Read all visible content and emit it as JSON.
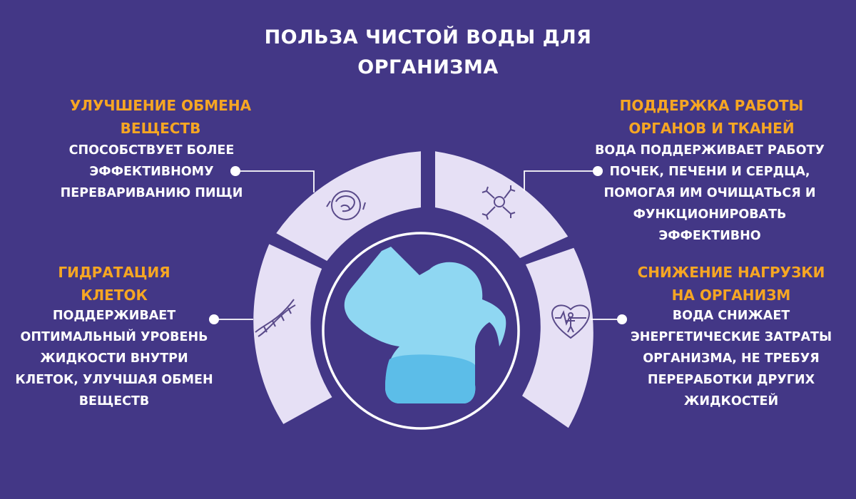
{
  "title": "ПОЛЬЗА ЧИСТОЙ ВОДЫ ДЛЯ ОРГАНИЗМА",
  "colors": {
    "background": "#433786",
    "segment": "#e6e0f5",
    "accent": "#f6a623",
    "text": "#ffffff",
    "water_light": "#8fd7f2",
    "water_dark": "#5cbde8"
  },
  "benefits": [
    {
      "id": "metabolism",
      "title": "УЛУЧШЕНИЕ ОБМЕНА ВЕЩЕСТВ",
      "text": "СПОСОБСТВУЕТ БОЛЕЕ ЭФФЕКТИВНОМУ ПЕРЕВАРИВАНИЮ ПИЩИ",
      "icon": "digestive-organs-cycle-icon"
    },
    {
      "id": "organs",
      "title": "ПОДДЕРЖКА РАБОТЫ ОРГАНОВ И ТКАНЕЙ",
      "text": "ВОДА ПОДДЕРЖИВАЕТ РАБОТУ ПОЧЕК, ПЕЧЕНИ И СЕРДЦА, ПОМОГАЯ ИМ ОЧИЩАТЬСЯ И ФУНКЦИОНИРОВАТЬ ЭФФЕКТИВНО",
      "icon": "neuron-cell-icon"
    },
    {
      "id": "hydration",
      "title": "ГИДРАТАЦИЯ КЛЕТОК",
      "text": "ПОДДЕРЖИВАЕТ ОПТИМАЛЬНЫЙ УРОВЕНЬ ЖИДКОСТИ ВНУТРИ КЛЕТОК, УЛУЧШАЯ ОБМЕН ВЕЩЕСТВ",
      "icon": "dna-helix-icon"
    },
    {
      "id": "load",
      "title": "СНИЖЕНИЕ НАГРУЗКИ НА ОРГАНИЗМ",
      "text": "ВОДА СНИЖАЕТ ЭНЕРГЕТИЧЕСКИЕ ЗАТРАТЫ ОРГАНИЗМА, НЕ ТРЕБУЯ ПЕРЕРАБОТКИ ДРУГИХ ЖИДКОСТЕЙ",
      "icon": "heart-pulse-body-icon"
    }
  ],
  "center_image": "woman-drinking-water-icon"
}
